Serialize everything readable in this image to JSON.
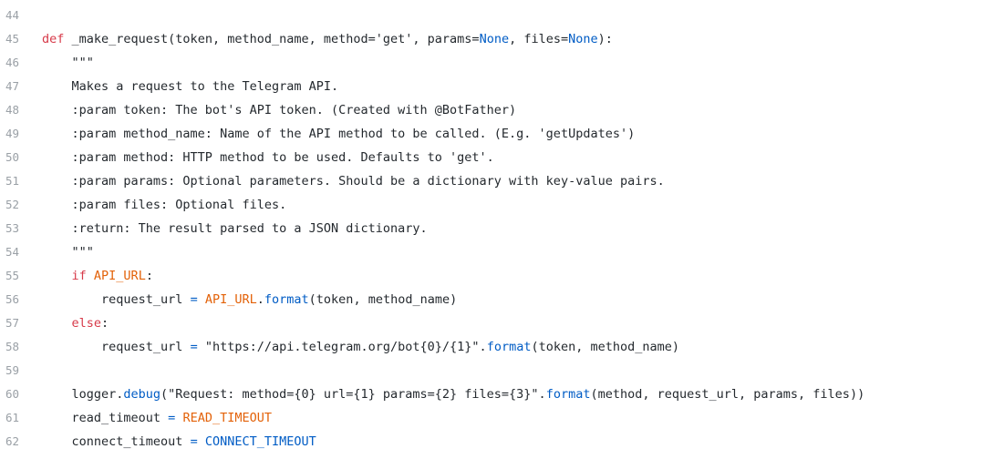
{
  "colors": {
    "keyword": "#e36209",
    "def_keyword": "#d73a49",
    "constant": "#005cc5",
    "string": "#24292e",
    "plain": "#24292e",
    "line_number": "#9aa0a6"
  },
  "lines": [
    {
      "number": "44",
      "tokens": []
    },
    {
      "number": "45",
      "tokens": [
        {
          "text": "def",
          "type": "def_keyword"
        },
        {
          "text": " _make_request(token, method_name, method=",
          "type": "plain"
        },
        {
          "text": "'get'",
          "type": "string"
        },
        {
          "text": ", params=",
          "type": "plain"
        },
        {
          "text": "None",
          "type": "constant"
        },
        {
          "text": ", files=",
          "type": "plain"
        },
        {
          "text": "None",
          "type": "constant"
        },
        {
          "text": "):",
          "type": "plain"
        }
      ]
    },
    {
      "number": "46",
      "tokens": [
        {
          "text": "    \"\"\"",
          "type": "string"
        }
      ]
    },
    {
      "number": "47",
      "tokens": [
        {
          "text": "    Makes a request to the Telegram API.",
          "type": "string"
        }
      ]
    },
    {
      "number": "48",
      "tokens": [
        {
          "text": "    :param token: The bot's API token. (Created with @BotFather)",
          "type": "string"
        }
      ]
    },
    {
      "number": "49",
      "tokens": [
        {
          "text": "    :param method_name: Name of the API method to be called. (E.g. 'getUpdates')",
          "type": "string"
        }
      ]
    },
    {
      "number": "50",
      "tokens": [
        {
          "text": "    :param method: HTTP method to be used. Defaults to 'get'.",
          "type": "string"
        }
      ]
    },
    {
      "number": "51",
      "tokens": [
        {
          "text": "    :param params: Optional parameters. Should be a dictionary with key-value pairs.",
          "type": "string"
        }
      ]
    },
    {
      "number": "52",
      "tokens": [
        {
          "text": "    :param files: Optional files.",
          "type": "string"
        }
      ]
    },
    {
      "number": "53",
      "tokens": [
        {
          "text": "    :return: The result parsed to a JSON dictionary.",
          "type": "string"
        }
      ]
    },
    {
      "number": "54",
      "tokens": [
        {
          "text": "    \"\"\"",
          "type": "string"
        }
      ]
    },
    {
      "number": "55",
      "tokens": [
        {
          "text": "    ",
          "type": "plain"
        },
        {
          "text": "if",
          "type": "def_keyword"
        },
        {
          "text": " ",
          "type": "plain"
        },
        {
          "text": "API_URL",
          "type": "keyword"
        },
        {
          "text": ":",
          "type": "plain"
        }
      ]
    },
    {
      "number": "56",
      "tokens": [
        {
          "text": "        request_url ",
          "type": "plain"
        },
        {
          "text": "=",
          "type": "constant"
        },
        {
          "text": " ",
          "type": "plain"
        },
        {
          "text": "API_URL",
          "type": "keyword"
        },
        {
          "text": ".",
          "type": "plain"
        },
        {
          "text": "format",
          "type": "constant"
        },
        {
          "text": "(token, method_name)",
          "type": "plain"
        }
      ]
    },
    {
      "number": "57",
      "tokens": [
        {
          "text": "    ",
          "type": "plain"
        },
        {
          "text": "else",
          "type": "def_keyword"
        },
        {
          "text": ":",
          "type": "plain"
        }
      ]
    },
    {
      "number": "58",
      "tokens": [
        {
          "text": "        request_url ",
          "type": "plain"
        },
        {
          "text": "=",
          "type": "constant"
        },
        {
          "text": " \"https://api.telegram.org/bot{0}/{1}\".",
          "type": "string"
        },
        {
          "text": "format",
          "type": "constant"
        },
        {
          "text": "(token, method_name)",
          "type": "plain"
        }
      ]
    },
    {
      "number": "59",
      "tokens": []
    },
    {
      "number": "60",
      "tokens": [
        {
          "text": "    logger.",
          "type": "plain"
        },
        {
          "text": "debug",
          "type": "constant"
        },
        {
          "text": "(\"Request: method={0} url={1} params={2} files={3}\".",
          "type": "string"
        },
        {
          "text": "format",
          "type": "constant"
        },
        {
          "text": "(method, request_url, params, files))",
          "type": "plain"
        }
      ]
    },
    {
      "number": "61",
      "tokens": [
        {
          "text": "    read_timeout ",
          "type": "plain"
        },
        {
          "text": "=",
          "type": "constant"
        },
        {
          "text": " ",
          "type": "plain"
        },
        {
          "text": "READ_TIMEOUT",
          "type": "keyword"
        }
      ]
    },
    {
      "number": "62",
      "tokens": [
        {
          "text": "    connect_timeout ",
          "type": "plain"
        },
        {
          "text": "=",
          "type": "constant"
        },
        {
          "text": " ",
          "type": "plain"
        },
        {
          "text": "CONNECT_TIMEOUT",
          "type": "constant"
        }
      ]
    }
  ]
}
